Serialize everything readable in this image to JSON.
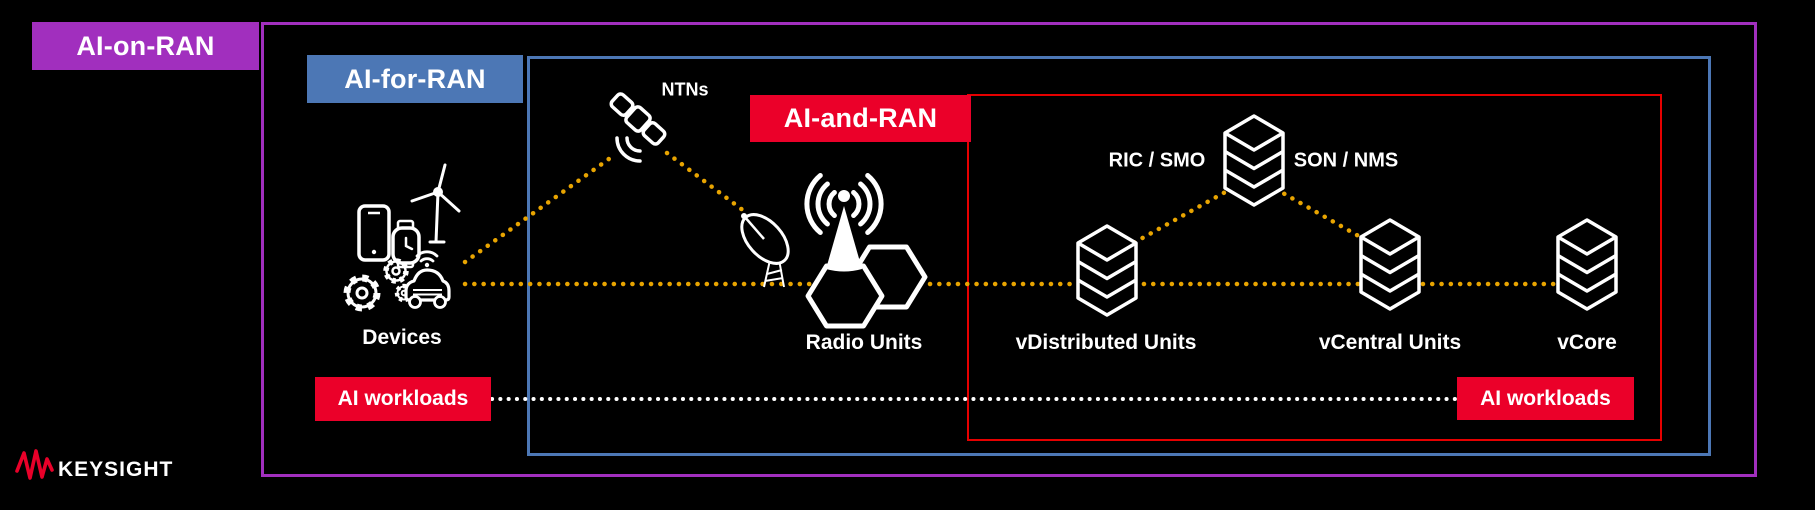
{
  "regions": {
    "ai_on_ran": "AI-on-RAN",
    "ai_for_ran": "AI-for-RAN",
    "ai_and_ran": "AI-and-RAN"
  },
  "nodes": {
    "devices": "Devices",
    "ntns": "NTNs",
    "radio_units": "Radio Units",
    "vdistributed_units": "vDistributed Units",
    "ric_smo": "RIC / SMO",
    "son_nms": "SON / NMS",
    "vcentral_units": "vCentral Units",
    "vcore": "vCore"
  },
  "badges": {
    "ai_workloads_left": "AI workloads",
    "ai_workloads_right": "AI workloads"
  },
  "branding": {
    "logo_text": "KEYSIGHT"
  },
  "colors": {
    "background": "#000000",
    "ai_on_ran_purple": "#A12FBE",
    "ai_for_ran_blue": "#4C77B5",
    "ai_and_ran_red_label": "#EB0029",
    "ai_and_ran_red_outline": "#E60000",
    "connector_orange": "#E8A400",
    "connector_white": "#FFFFFF",
    "icon_stroke": "#FFFFFF"
  }
}
